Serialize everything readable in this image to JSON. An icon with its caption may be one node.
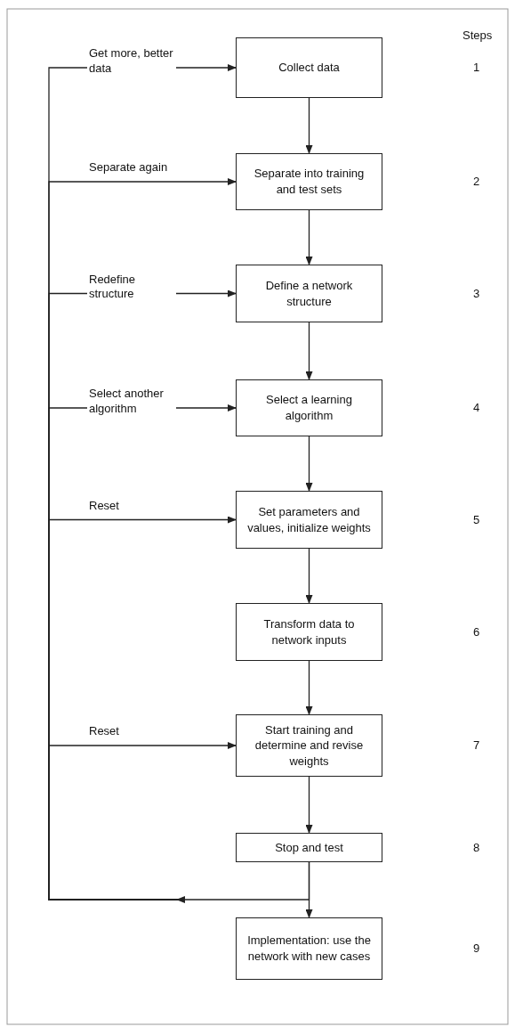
{
  "diagram": {
    "nodes": [
      {
        "text": [
          "Collect data"
        ]
      },
      {
        "text": [
          "Separate into training and test sets"
        ]
      },
      {
        "text": [
          "Define a network structure"
        ]
      },
      {
        "text": [
          "Select a learning algorithm"
        ]
      },
      {
        "text": [
          "Set parameters and values, initialize weights"
        ]
      },
      {
        "text": [
          "Transform data to network inputs"
        ]
      },
      {
        "text": [
          "Start training and determine and revise weights"
        ]
      },
      {
        "text": [
          "Stop and test"
        ]
      },
      {
        "text": [
          "Implementation: use the network with new cases"
        ]
      }
    ],
    "edges": [
      {
        "from": 0,
        "to": 1,
        "arrow": "to"
      },
      {
        "from": 1,
        "to": 2,
        "arrow": "to"
      },
      {
        "from": 2,
        "to": 3,
        "arrow": "to"
      },
      {
        "from": 3,
        "to": 4,
        "arrow": "to"
      },
      {
        "from": 4,
        "to": 5,
        "arrow": "to"
      },
      {
        "from": 5,
        "to": 6,
        "arrow": "to"
      },
      {
        "from": 6,
        "to": 7,
        "arrow": "to"
      },
      {
        "from": 7,
        "to": 8,
        "arrow": "to"
      },
      {
        "from": 7,
        "to": 0,
        "arrow": "to",
        "label": "Get more, better data"
      },
      {
        "from": 7,
        "to": 1,
        "arrow": "to",
        "label": "Separate again"
      },
      {
        "from": 7,
        "to": 2,
        "arrow": "to",
        "label": "Redefine structure"
      },
      {
        "from": 7,
        "to": 3,
        "arrow": "to",
        "label": "Select another algorithm"
      },
      {
        "from": 7,
        "to": 4,
        "arrow": "to",
        "label": "Reset"
      },
      {
        "from": 7,
        "to": 6,
        "arrow": "to",
        "label": "Reset"
      }
    ],
    "labels": [
      "Steps",
      "1",
      "2",
      "3",
      "4",
      "5",
      "6",
      "7",
      "8",
      "9"
    ]
  }
}
